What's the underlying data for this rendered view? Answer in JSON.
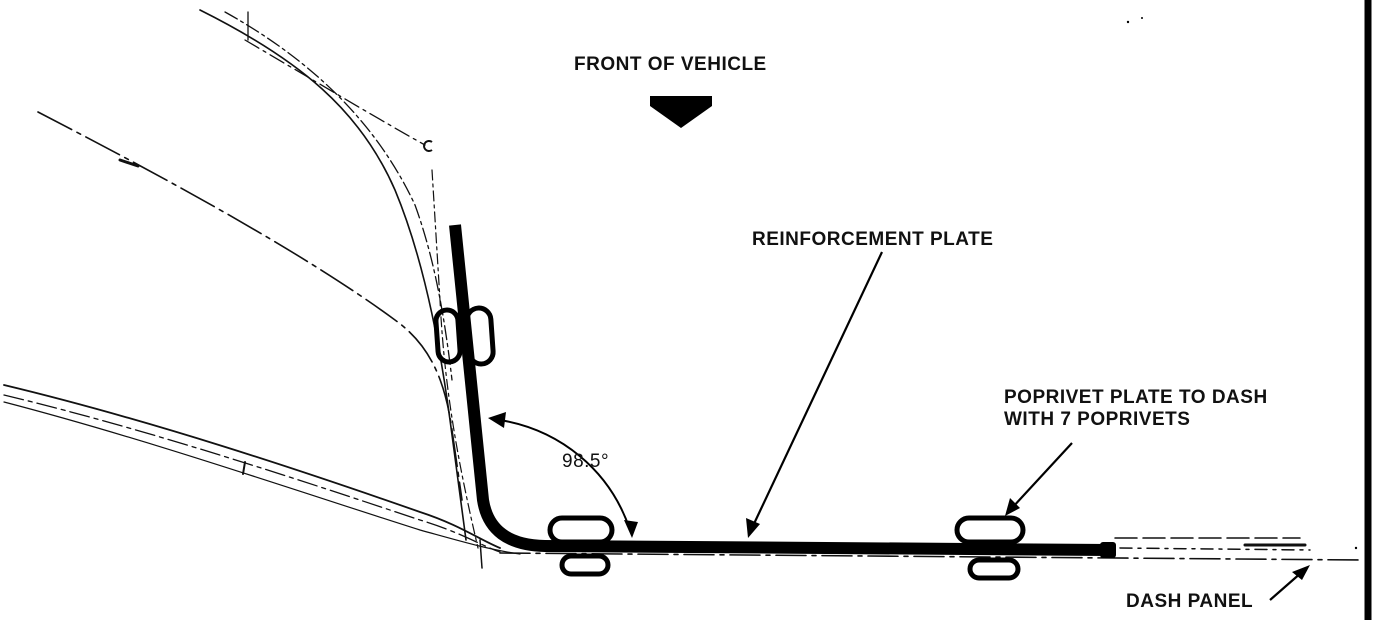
{
  "diagram": {
    "labels": {
      "front_of_vehicle": "FRONT OF VEHICLE",
      "reinforcement_plate": "REINFORCEMENT PLATE",
      "poprivet_line1": "POPRIVET PLATE TO DASH",
      "poprivet_line2": "WITH 7 POPRIVETS",
      "angle": "98.5°",
      "dash_panel": "DASH PANEL"
    },
    "angle_degrees": 98.5,
    "poprivet_count": 7
  }
}
